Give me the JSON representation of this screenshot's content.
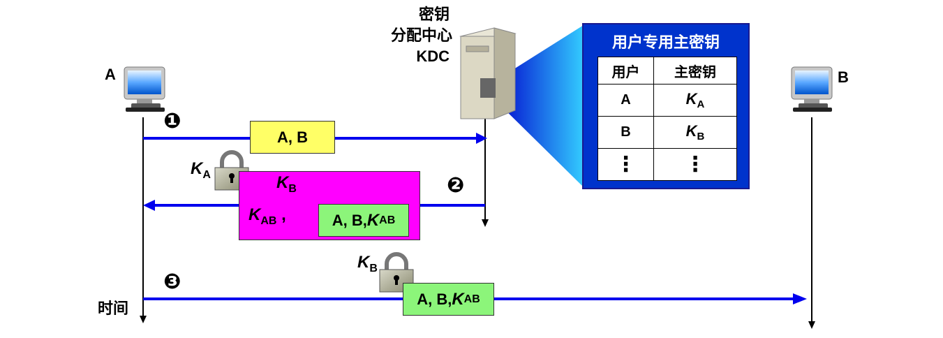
{
  "kdc": {
    "line1": "密钥",
    "line2": "分配中心",
    "line3": "KDC"
  },
  "hosts": {
    "a": "A",
    "b": "B"
  },
  "time_label": "时间",
  "steps": {
    "s1": "❶",
    "s2": "❷",
    "s3": "❸"
  },
  "msg1": "A, B",
  "msg2": {
    "prefix_key": "K",
    "prefix_sub": "AB",
    "comma": ",",
    "inner_text": "A, B, ",
    "inner_key": "K",
    "inner_sub": "AB"
  },
  "msg3": {
    "text": "A, B, ",
    "key": "K",
    "sub": "AB"
  },
  "lock_labels": {
    "ka": {
      "k": "K",
      "sub": "A"
    },
    "kb_inner": {
      "k": "K",
      "sub": "B"
    },
    "kb_step3": {
      "k": "K",
      "sub": "B"
    }
  },
  "panel": {
    "title": "用户专用主密钥",
    "headers": [
      "用户",
      "主密钥"
    ],
    "rows": [
      {
        "user": "A",
        "k": "K",
        "sub": "A"
      },
      {
        "user": "B",
        "k": "K",
        "sub": "B"
      }
    ],
    "ellipsis": "⋮"
  },
  "colors": {
    "arrow": "#0000ee",
    "msg_yellow": "#ffff66",
    "msg_magenta": "#ff00ff",
    "msg_green": "#8cf57a",
    "panel_blue": "#0033cc",
    "beam": "#33ccff"
  }
}
